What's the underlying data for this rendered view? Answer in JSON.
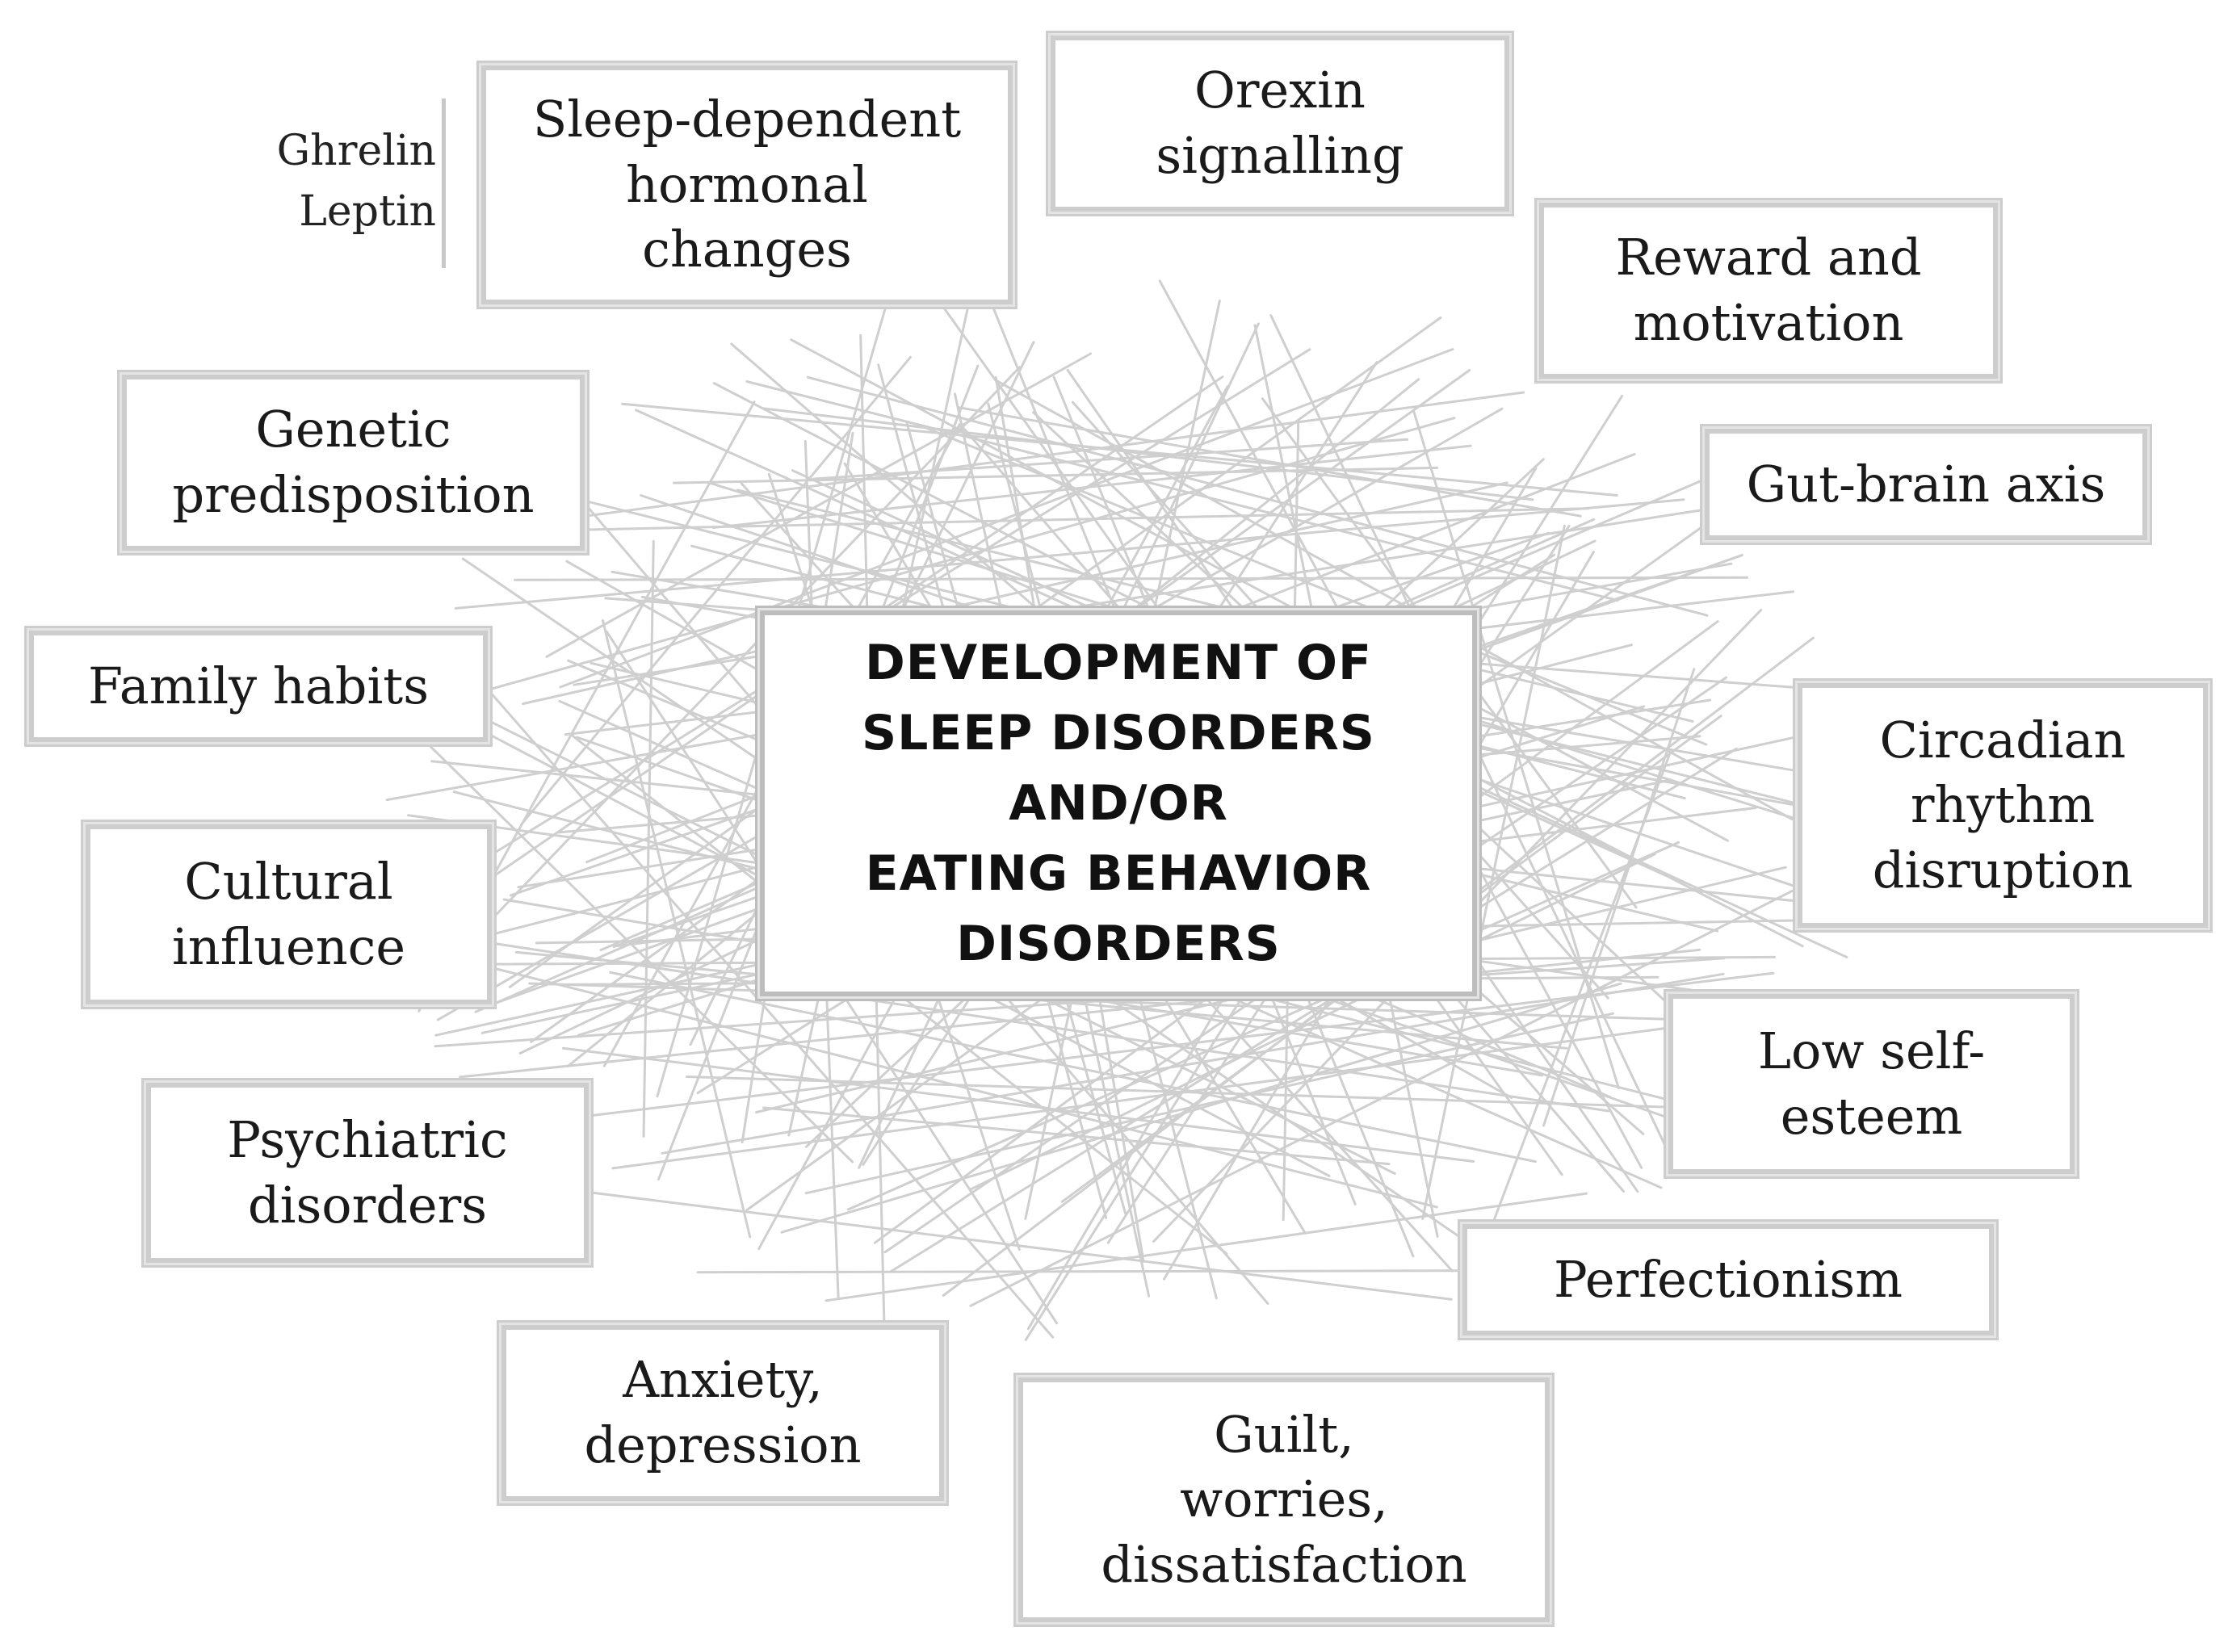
{
  "diagram": {
    "center_label": "DEVELOPMENT OF\nSLEEP DISORDERS\nAND/OR\nEATING BEHAVIOR\nDISORDERS",
    "factors": [
      "Sleep-dependent\nhormonal\nchanges",
      "Orexin\nsignalling",
      "Reward and\nmotivation",
      "Gut-brain axis",
      "Circadian\nrhythm\ndisruption",
      "Low self-\nesteem",
      "Perfectionism",
      "Guilt,\nworries,\ndissatisfaction",
      "Anxiety,\ndepression",
      "Psychiatric\ndisorders",
      "Cultural\ninfluence",
      "Family habits",
      "Genetic\npredisposition"
    ],
    "hormones": "Ghrelin\nLeptin",
    "colors": {
      "box_border": "#cdcdcd",
      "web_lines": "#cfcfcf",
      "text": "#1a1a1a"
    }
  }
}
